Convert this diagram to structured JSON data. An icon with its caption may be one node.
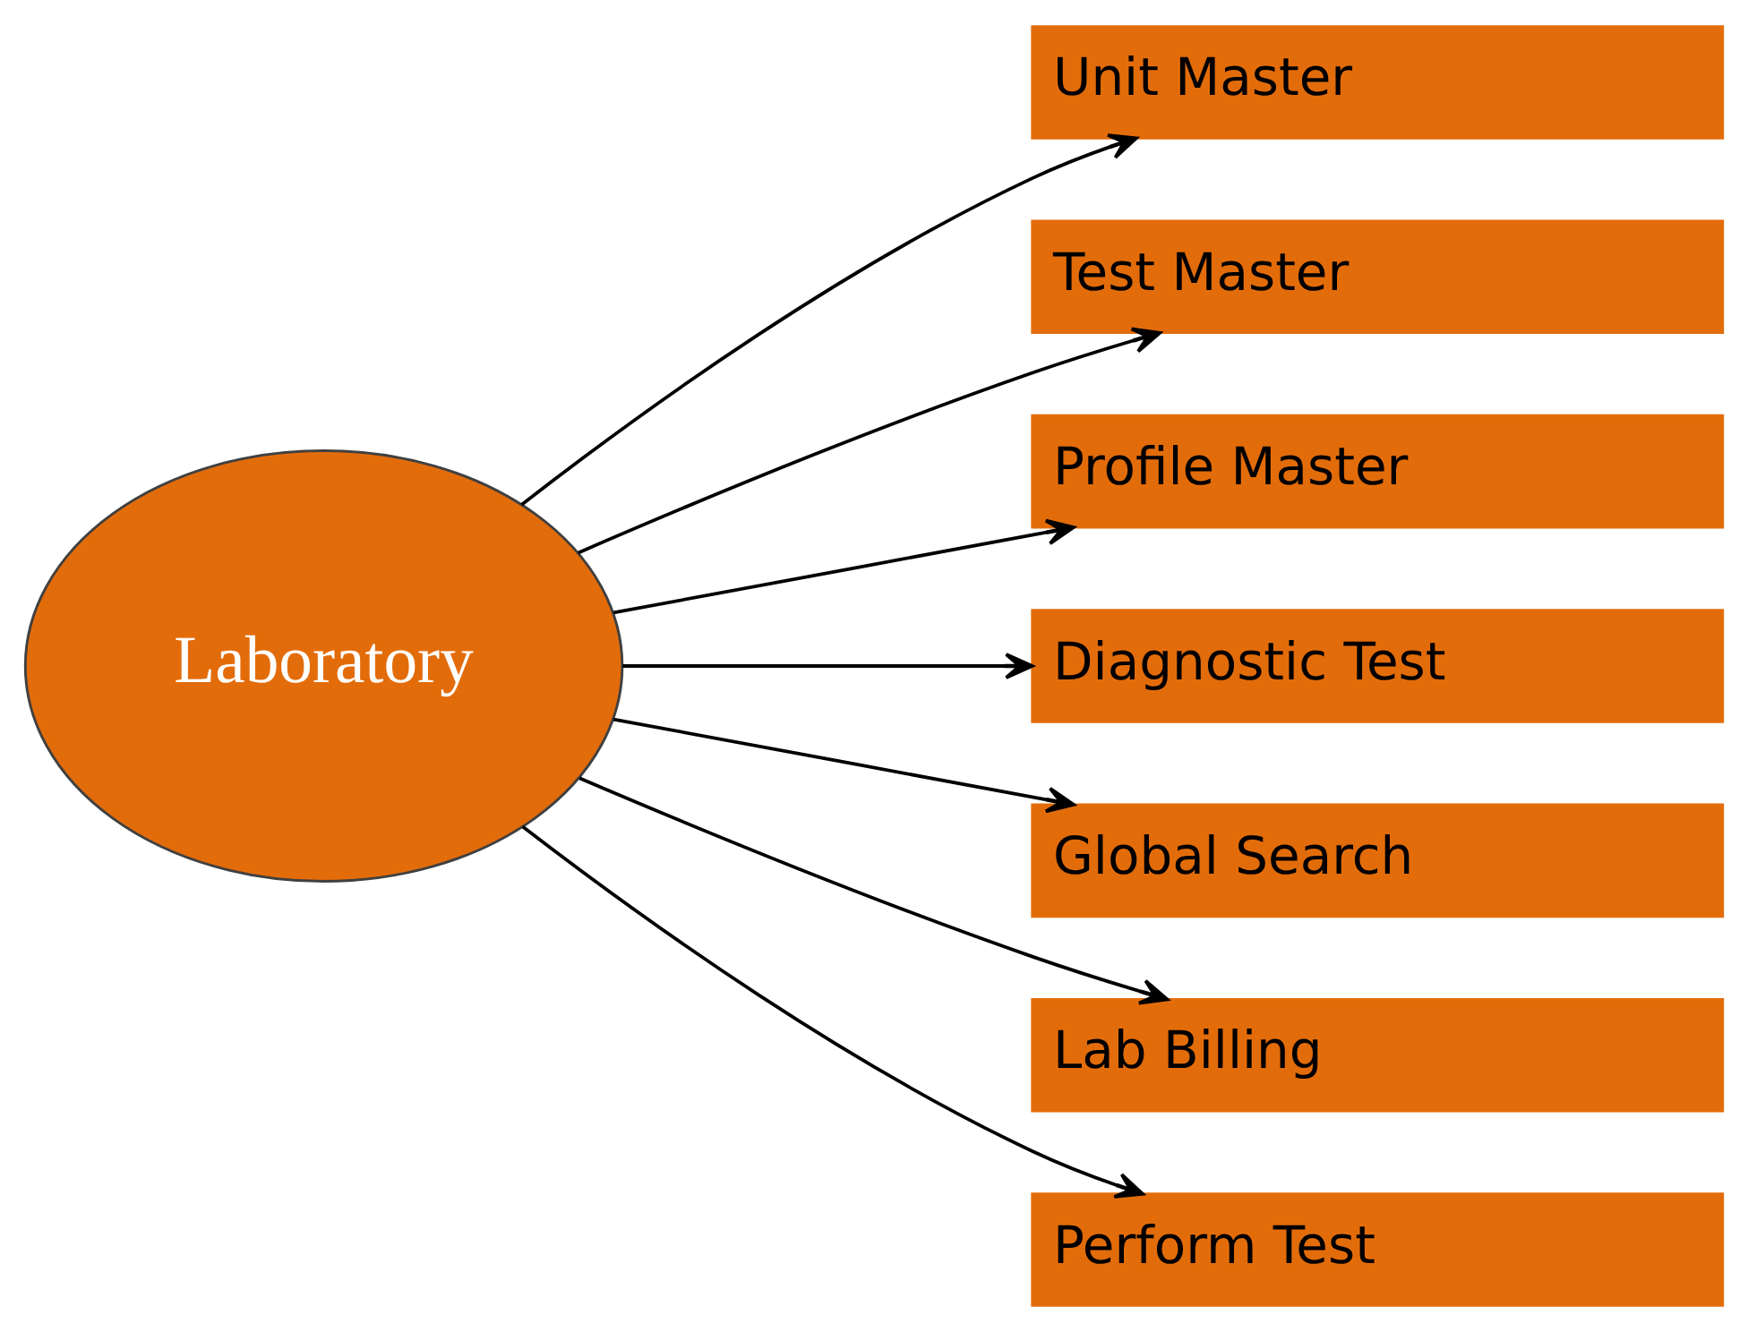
{
  "diagram": {
    "nodes": [
      {
        "text": [
          "Laboratory"
        ]
      },
      {
        "text": [
          "Unit Master"
        ]
      },
      {
        "text": [
          "Test Master"
        ]
      },
      {
        "text": [
          "Profile Master"
        ]
      },
      {
        "text": [
          "Diagnostic Test"
        ]
      },
      {
        "text": [
          "Global Search"
        ]
      },
      {
        "text": [
          "Lab Billing"
        ]
      },
      {
        "text": [
          "Perform Test"
        ]
      }
    ],
    "edges": [
      {
        "from": 0,
        "to": 1,
        "arrow": "to"
      },
      {
        "from": 0,
        "to": 2,
        "arrow": "to"
      },
      {
        "from": 0,
        "to": 3,
        "arrow": "to"
      },
      {
        "from": 0,
        "to": 4,
        "arrow": "to"
      },
      {
        "from": 0,
        "to": 5,
        "arrow": "to"
      },
      {
        "from": 0,
        "to": 6,
        "arrow": "to"
      },
      {
        "from": 0,
        "to": 7,
        "arrow": "to"
      }
    ]
  }
}
